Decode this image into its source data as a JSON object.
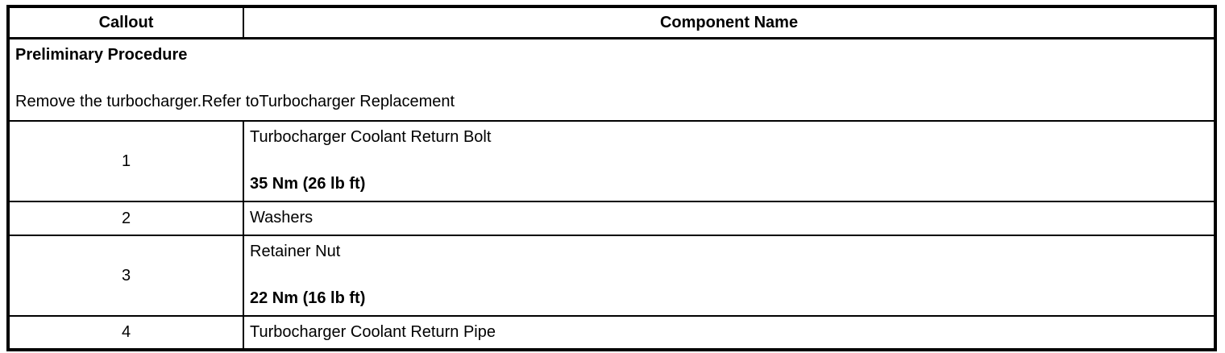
{
  "table": {
    "headers": {
      "callout": "Callout",
      "component": "Component Name"
    },
    "preliminary": {
      "title": "Preliminary Procedure",
      "instruction": "Remove the turbocharger.Refer toTurbocharger Replacement"
    },
    "rows": [
      {
        "callout": "1",
        "name": "Turbocharger Coolant Return Bolt",
        "torque": "35 Nm (26 lb ft)"
      },
      {
        "callout": "2",
        "name": "Washers",
        "torque": ""
      },
      {
        "callout": "3",
        "name": "Retainer Nut",
        "torque": "22 Nm (16 lb ft)"
      },
      {
        "callout": "4",
        "name": "Turbocharger Coolant Return Pipe",
        "torque": ""
      }
    ],
    "colors": {
      "border": "#000000",
      "text": "#000000",
      "background": "#ffffff"
    }
  }
}
